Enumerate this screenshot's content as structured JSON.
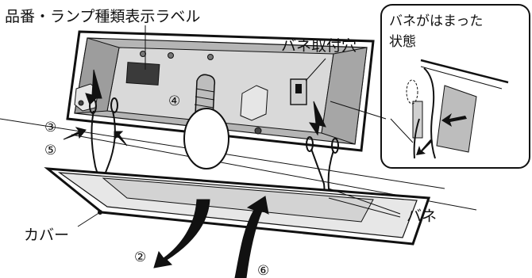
{
  "labels": {
    "lamp_label": "品番・ランプ種類表示ラベル",
    "spring_hole": "バネ取付穴",
    "inset_line1": "バネがはまった",
    "inset_line2": "状態",
    "spring": "バネ",
    "cover": "カバー"
  },
  "steps": {
    "s2": "②",
    "s3": "③",
    "s4": "④",
    "s5": "⑤",
    "s6": "⑥"
  },
  "colors": {
    "ink": "#111111",
    "fixture_gray": "#9a9a9a",
    "light_gray": "#cfcfcf",
    "paper": "#ffffff"
  }
}
